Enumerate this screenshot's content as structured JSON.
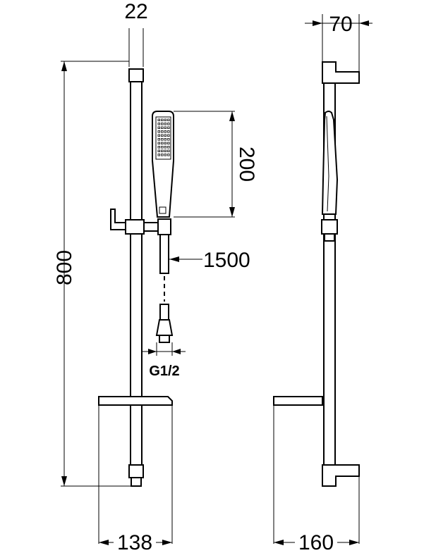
{
  "dimensions": {
    "rail_diameter": "22",
    "rail_length": "800",
    "handshower_length": "200",
    "hose_length": "1500",
    "connection_thread": "G1/2",
    "shelf_width": "138",
    "side_depth_top": "70",
    "side_depth_bottom": "160"
  }
}
